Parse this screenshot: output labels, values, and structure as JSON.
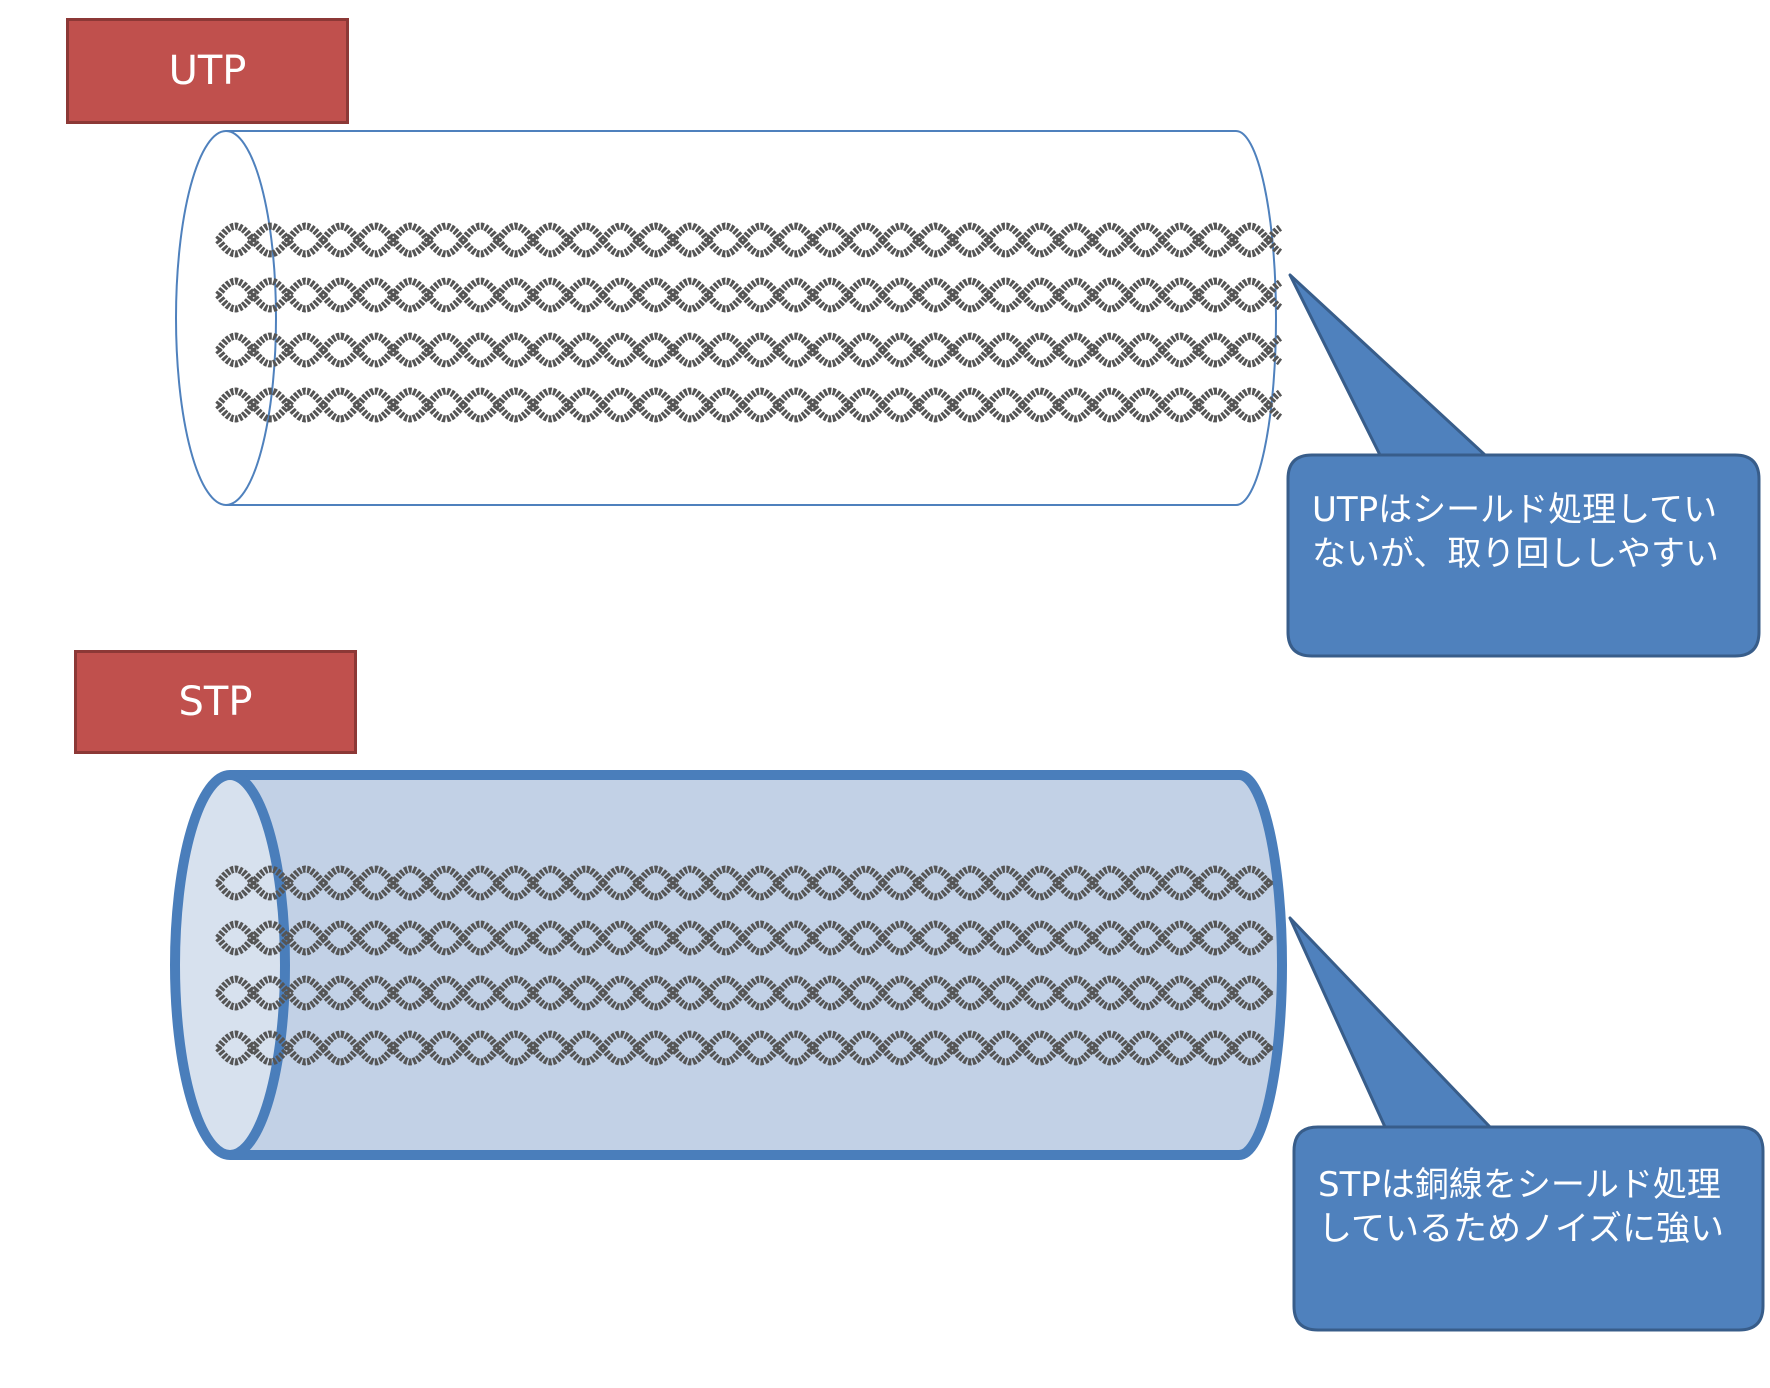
{
  "utp": {
    "label": "UTP",
    "callout": "UTPはシールド処理していないが、取り回ししやすい"
  },
  "stp": {
    "label": "STP",
    "callout": "STPは銅線をシールド処理しているためノイズに強い"
  },
  "colors": {
    "label_fill": "#c0504d",
    "label_border": "#8c3836",
    "callout_fill": "#4f81bd",
    "callout_border": "#385d8a",
    "utp_outline": "#4f81bd",
    "stp_fill": "#c2d1e6",
    "stp_outline": "#4a7ebb",
    "wire": "#555555"
  },
  "wire_pairs": 4
}
